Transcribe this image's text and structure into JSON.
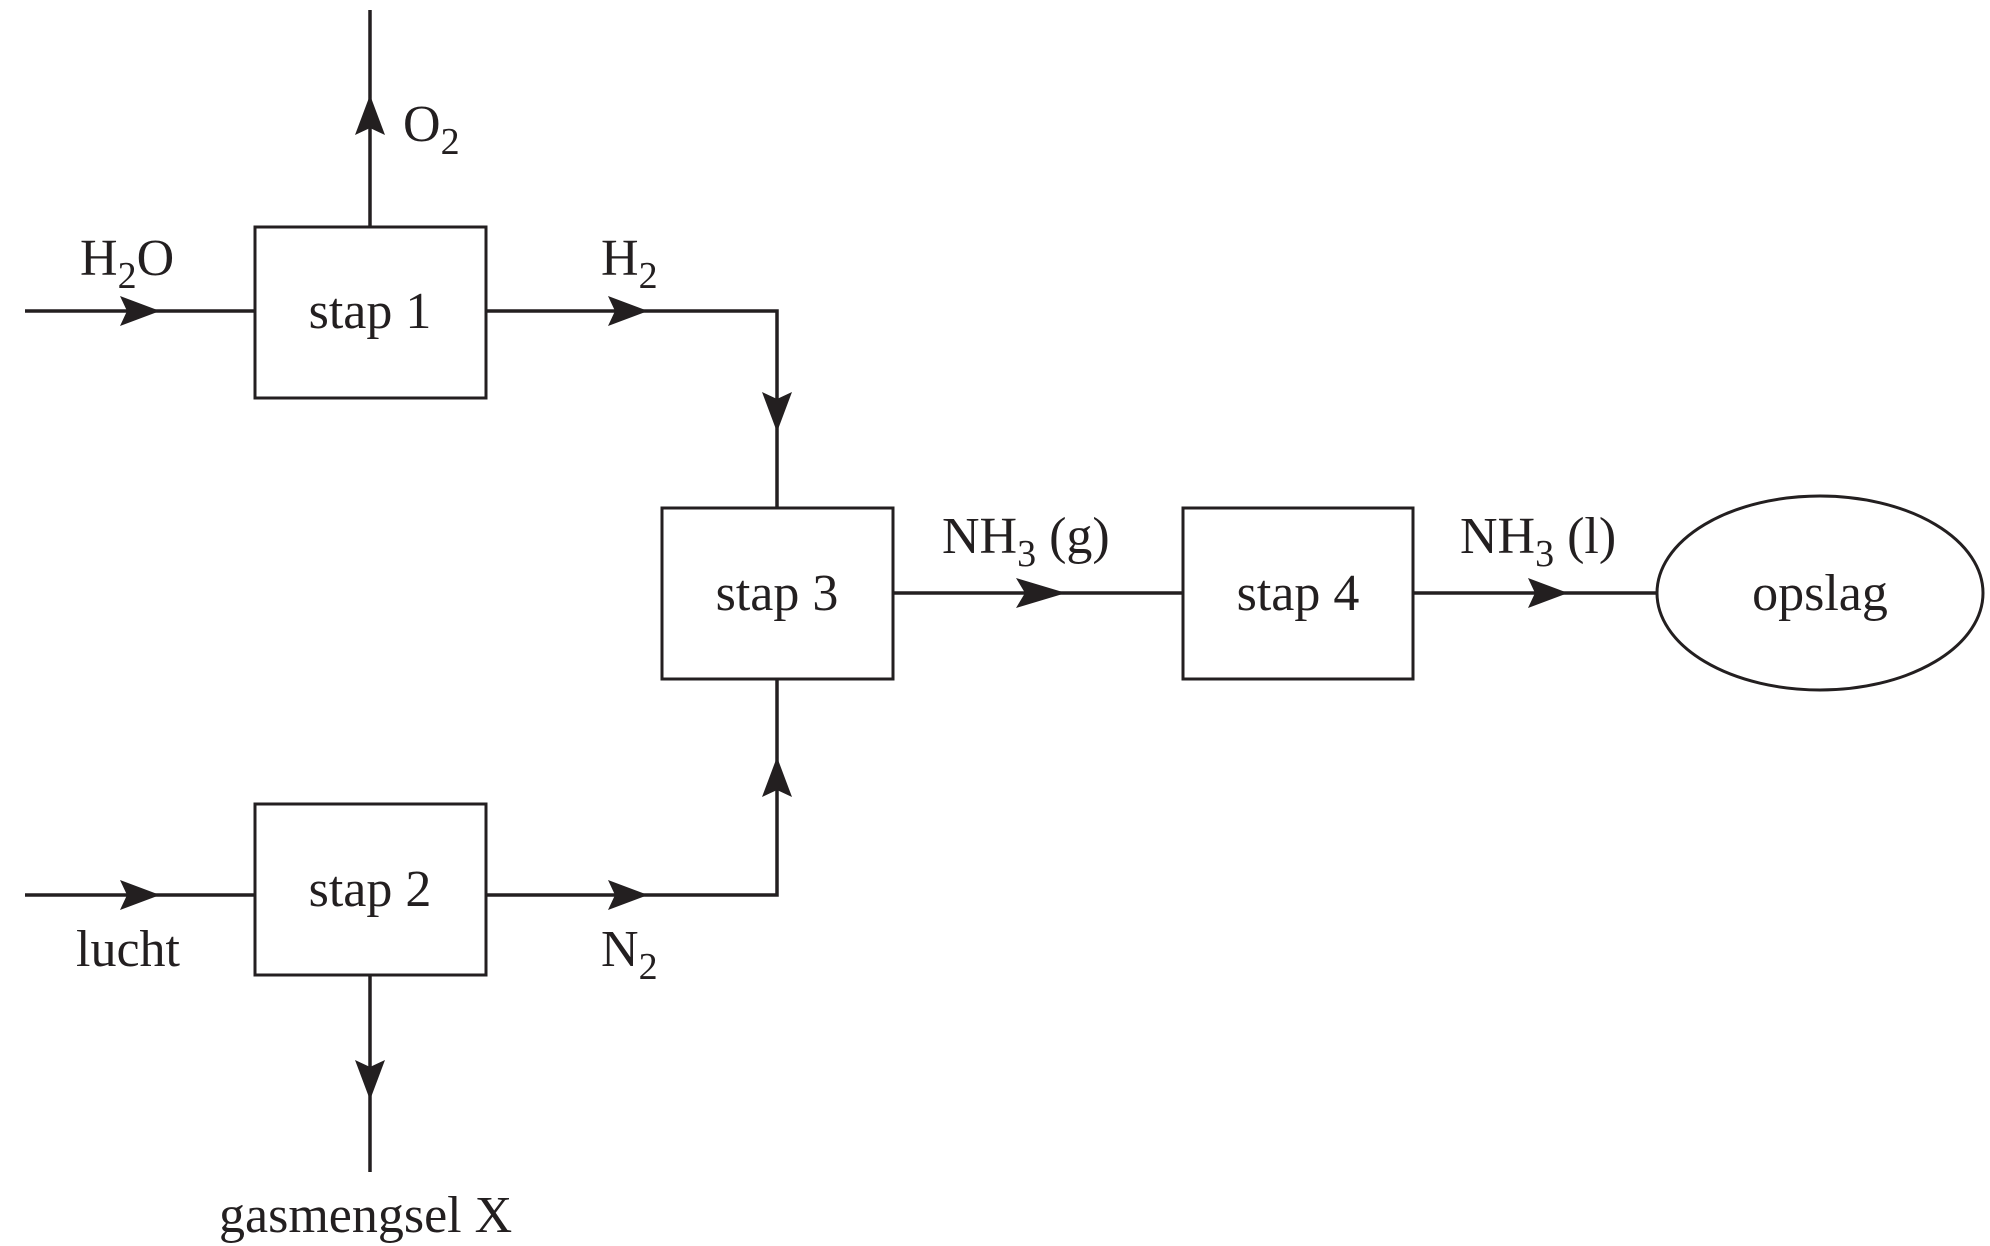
{
  "diagram": {
    "steps": {
      "step1": "stap 1",
      "step2": "stap 2",
      "step3": "stap 3",
      "step4": "stap 4"
    },
    "storage": "opslag",
    "flows": {
      "water_in": {
        "base": "H",
        "sub": "2",
        "tail": "O"
      },
      "oxygen_out": {
        "base": "O",
        "sub": "2"
      },
      "hydrogen": {
        "base": "H",
        "sub": "2"
      },
      "air_in": "lucht",
      "nitrogen": {
        "base": "N",
        "sub": "2"
      },
      "gas_mixture_out": "gasmengsel X",
      "ammonia_gas": {
        "base": "NH",
        "sub": "3",
        "tail": " (g)"
      },
      "ammonia_liquid": {
        "base": "NH",
        "sub": "3",
        "tail": " (l)"
      }
    }
  }
}
